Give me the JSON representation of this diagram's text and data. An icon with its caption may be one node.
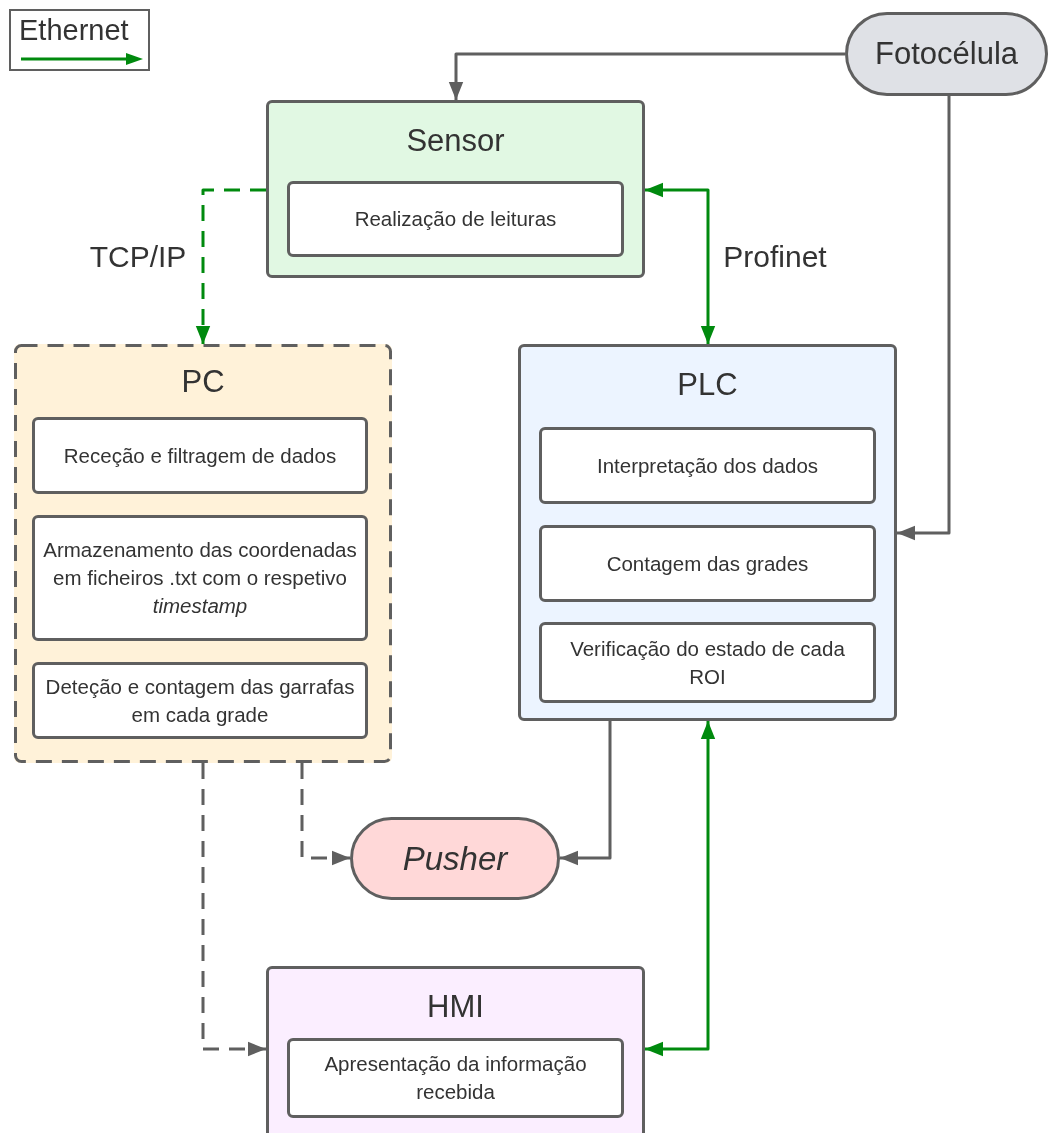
{
  "diagram": {
    "nodes": [
      {
        "text": [
          "Fotocélula"
        ]
      },
      {
        "text": [
          "Sensor"
        ]
      },
      {
        "text": [
          "Realização de leituras"
        ],
        "in": 1
      },
      {
        "text": [
          "PC"
        ]
      },
      {
        "text": [
          "Receção e filtragem de dados"
        ],
        "in": 3
      },
      {
        "text": [
          "Armazenamento das coordenadas em ficheiros .txt com o respetivo *timestamp*"
        ],
        "in": 3
      },
      {
        "text": [
          "Deteção e contagem das garrafas em cada grade"
        ],
        "in": 3
      },
      {
        "text": [
          "PLC"
        ]
      },
      {
        "text": [
          "Interpretação dos dados"
        ],
        "in": 7
      },
      {
        "text": [
          "Contagem das grades"
        ],
        "in": 7
      },
      {
        "text": [
          "Verificação do estado de cada ROI"
        ],
        "in": 7
      },
      {
        "text": [
          "Pusher"
        ]
      },
      {
        "text": [
          "HMI"
        ]
      },
      {
        "text": [
          "Apresentação da informação recebida"
        ],
        "in": 12
      }
    ],
    "edges": [
      {
        "from": 0,
        "to": 1,
        "arrow": "to"
      },
      {
        "from": 1,
        "to": 3,
        "arrow": "to",
        "label": "TCP/IP",
        "style": "dashed",
        "color": "#008a0e"
      },
      {
        "from": 1,
        "to": 7,
        "arrow": "both",
        "label": "Profinet",
        "color": "#008a0e"
      },
      {
        "from": 0,
        "to": 7,
        "arrow": "to"
      },
      {
        "from": 3,
        "to": 11,
        "arrow": "to",
        "style": "dashed"
      },
      {
        "from": 3,
        "to": 12,
        "arrow": "to",
        "style": "dashed"
      },
      {
        "from": 7,
        "to": 11,
        "arrow": "to"
      },
      {
        "from": 7,
        "to": 12,
        "arrow": "both",
        "color": "#008a0e"
      }
    ],
    "legend": [
      {
        "text": "Ethernet"
      }
    ]
  }
}
